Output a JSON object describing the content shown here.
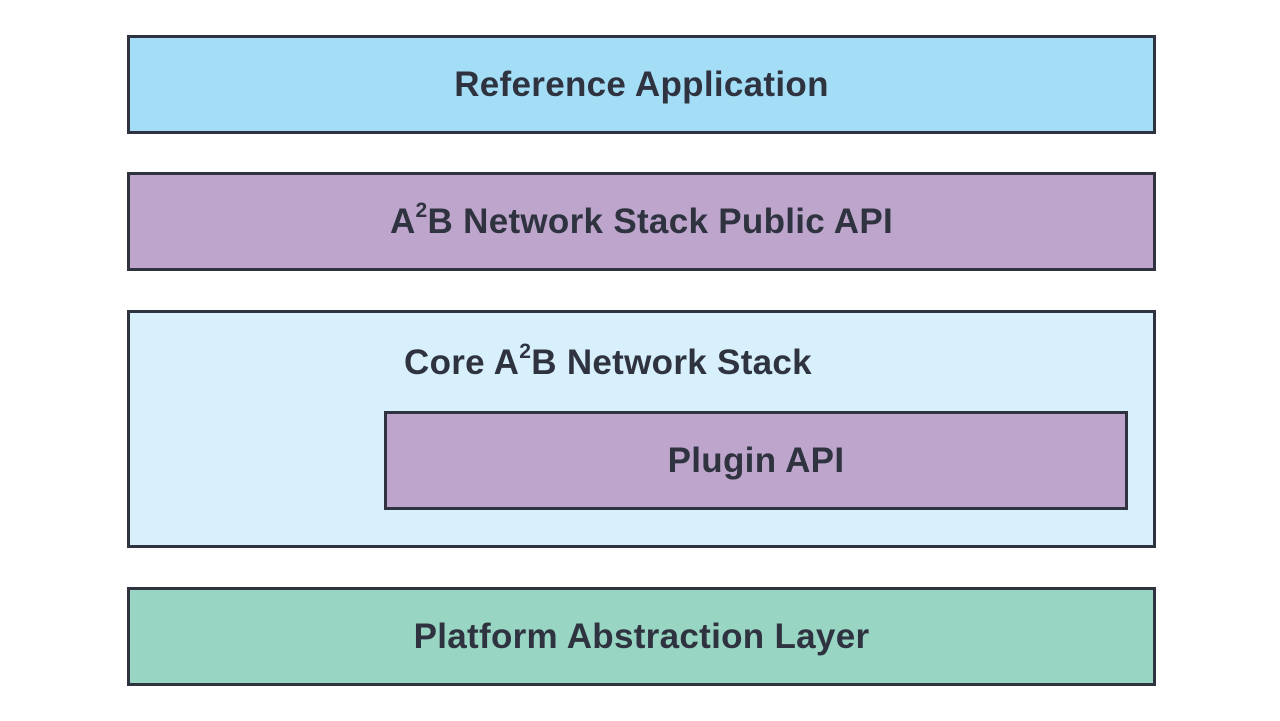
{
  "colors": {
    "reference_application": "#a3ddf6",
    "public_api": "#bda5cc",
    "core_stack": "#d7f0fb",
    "plugin_api": "#bda5cc",
    "platform_abstraction": "#98d6c3",
    "border": "#2f3340",
    "text": "#2f3340"
  },
  "layers": {
    "reference_application": {
      "label": "Reference Application"
    },
    "public_api": {
      "label_prefix": "A",
      "label_sup": "2",
      "label_suffix": "B Network Stack Public API"
    },
    "core_stack": {
      "label_prefix": "Core A",
      "label_sup": "2",
      "label_suffix": "B Network Stack"
    },
    "plugin_api": {
      "label": "Plugin API"
    },
    "platform_abstraction": {
      "label": "Platform Abstraction Layer"
    }
  }
}
